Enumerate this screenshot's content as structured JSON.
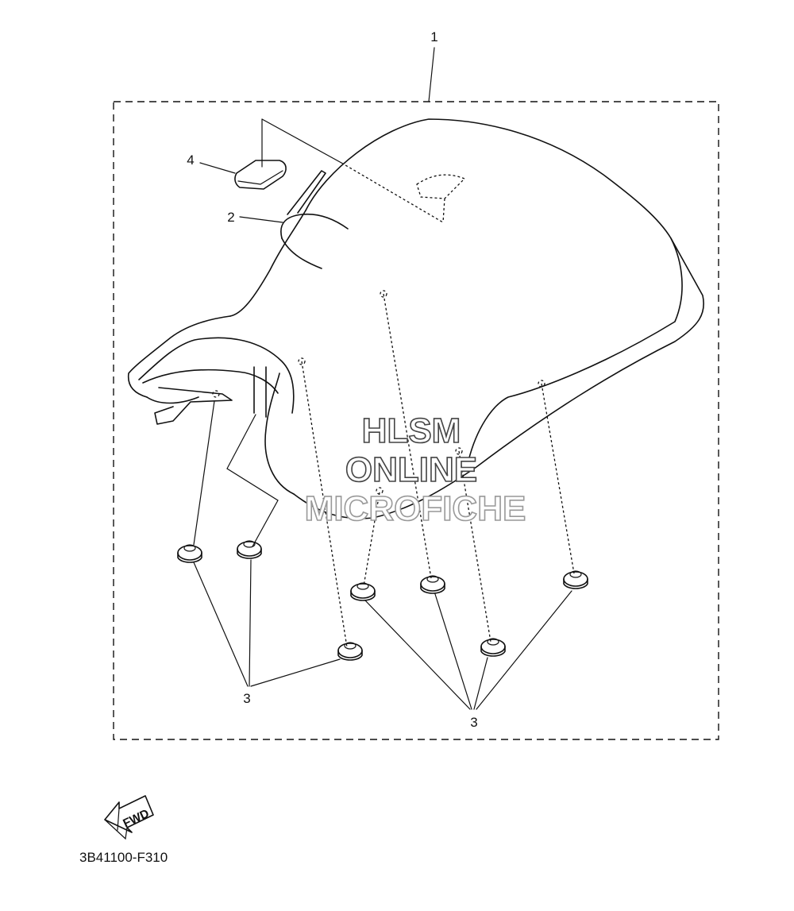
{
  "diagram": {
    "callouts": {
      "seat_assembly": "1",
      "seat_cover": "2",
      "damper": "3",
      "damper_rear": "3",
      "emblem": "4"
    },
    "fwd_label": "FWD",
    "part_number": "3B41100-F310"
  },
  "watermark": {
    "line1": "HLSM",
    "line2": "ONLINE",
    "line3": "MICROFICHE"
  }
}
